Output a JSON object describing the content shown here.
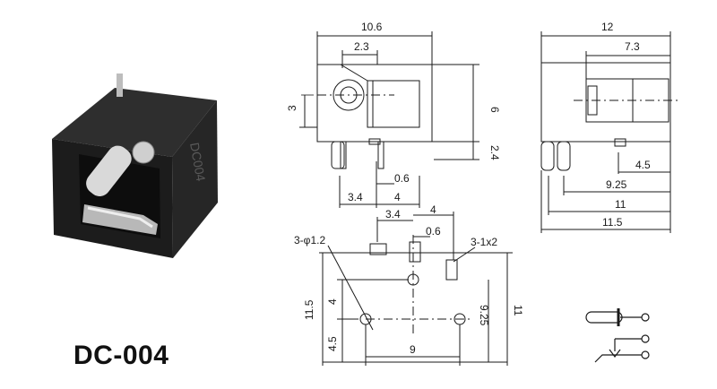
{
  "product": {
    "model": "DC-004",
    "body_marking": "DC004"
  },
  "front_view": {
    "width": "10.6",
    "jack_offset": "2.3",
    "height": "6",
    "center_height": "3",
    "pin_length": "2.4",
    "pin_spacing_left": "3.4",
    "pin_spacing_right": "4",
    "pin_thickness": "0.6"
  },
  "side_view": {
    "depth": "12",
    "barrel_length": "7.3",
    "pin_a": "4.5",
    "pin_b": "9.25",
    "pin_c": "11",
    "overall": "11.5"
  },
  "pcb_layout": {
    "hole_note": "3-φ1.2",
    "slot_note": "3-1x2",
    "top_left": "3.4",
    "top_right": "4",
    "slot_width": "0.6",
    "height_left": "11.5",
    "height_inner": "4",
    "bottom_offset": "4.5",
    "hole_spacing": "9",
    "right_inner": "9.25",
    "right_outer": "11"
  },
  "colors": {
    "body": "#1b1b1b",
    "line": "#1a1a1a",
    "metal": "#c9c9c9"
  },
  "icons": [
    "jack-schematic-icon"
  ]
}
